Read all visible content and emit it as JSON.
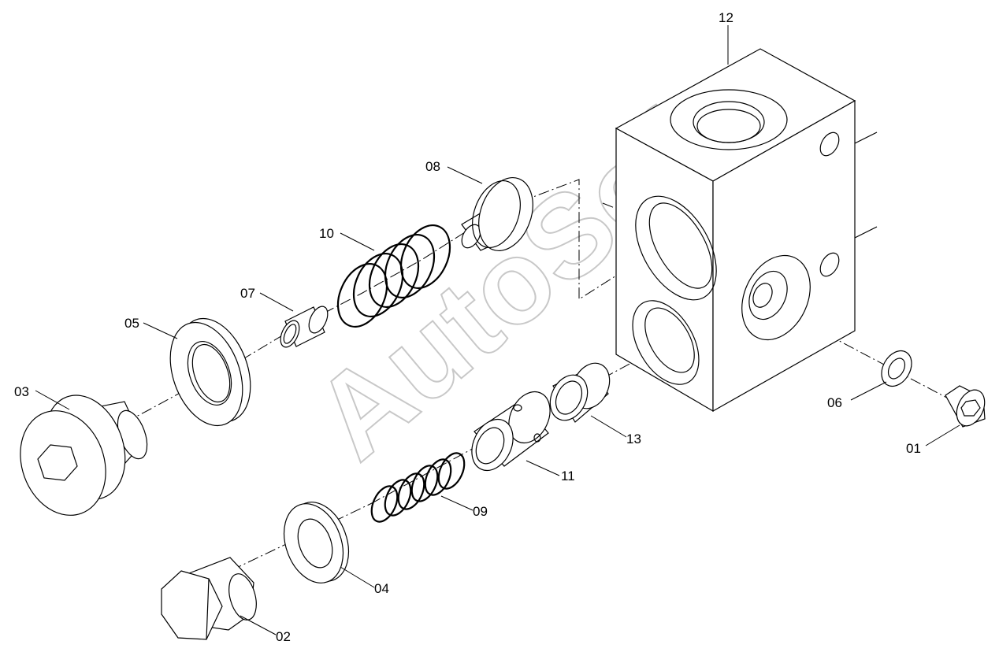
{
  "watermark": "AutoSoft",
  "callouts": {
    "p01": "01",
    "p02": "02",
    "p03": "03",
    "p04": "04",
    "p05": "05",
    "p06": "06",
    "p07": "07",
    "p08": "08",
    "p09": "09",
    "p10": "10",
    "p11": "11",
    "p12": "12",
    "p13": "13"
  }
}
